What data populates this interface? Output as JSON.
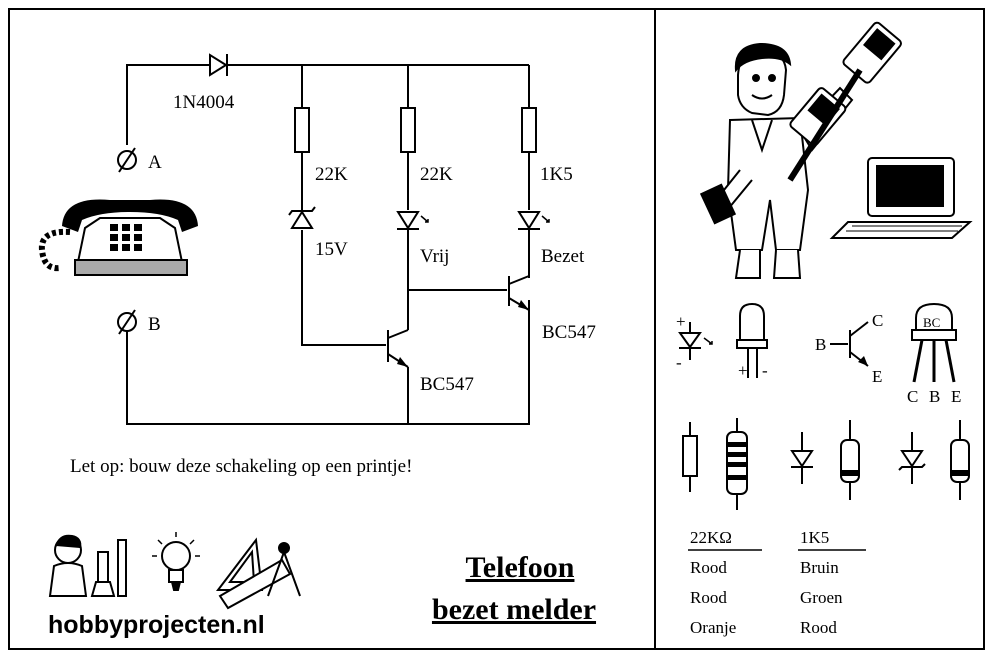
{
  "circuit": {
    "diode_label": "1N4004",
    "terminal_a": "A",
    "terminal_b": "B",
    "resistors": [
      "22K",
      "22K",
      "1K5"
    ],
    "zener_label": "15V",
    "led_free_label": "Vrij",
    "led_busy_label": "Bezet",
    "transistor_1": "BC547",
    "transistor_2": "BC547",
    "note": "Let op: bouw deze schakeling op een printje!"
  },
  "brand": {
    "site": "hobbyprojecten.nl"
  },
  "title": {
    "line1": "Telefoon",
    "line2": "bezet melder"
  },
  "legend": {
    "transistor_pins": {
      "c": "C",
      "b": "B",
      "e": "E",
      "case_label": "BC"
    },
    "bottom_pins": [
      "C",
      "B",
      "E"
    ],
    "led_plus": "+",
    "led_minus": "-",
    "ledsym_plus": "+",
    "ledsym_minus": "-"
  },
  "color_codes": {
    "col1_header": "22KΩ",
    "col1": [
      "Rood",
      "Rood",
      "Oranje"
    ],
    "col2_header": "1K5",
    "col2": [
      "Bruin",
      "Groen",
      "Rood"
    ]
  },
  "icons": [
    "telephone-icon",
    "man-with-phone-icon",
    "computer-icon",
    "scientist-icon",
    "lightbulb-icon",
    "drafting-tools-icon"
  ]
}
